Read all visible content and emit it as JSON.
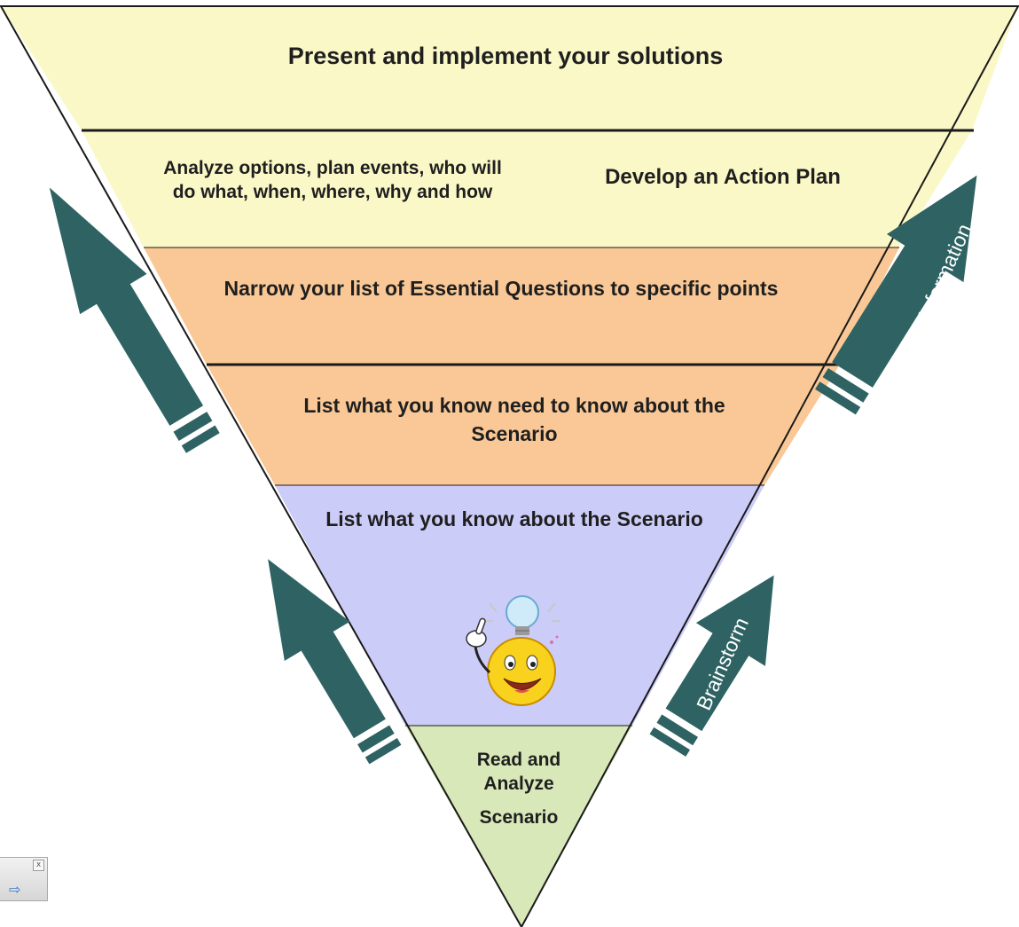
{
  "colors": {
    "yellow": "#fbf8c8",
    "orange": "#f9c896",
    "lavender": "#ccccf8",
    "green": "#d8e8b8",
    "arrow": "#2f6363",
    "outline": "#1a1a1a"
  },
  "pyramid": {
    "top": "Present and implement your solutions",
    "level2_left": "Analyze options, plan events, who will do what, when, where, why and how",
    "level2_right": "Develop an Action Plan",
    "level3": "Narrow your list of Essential Questions to specific points",
    "level4": "List what you know need to know about the Scenario",
    "level5": "List what you know about the Scenario",
    "level5_icon": "smiley-lightbulb-icon",
    "bottom_line1": "Read and",
    "bottom_line2": "Analyze",
    "bottom_line3": "Scenario"
  },
  "arrows": {
    "right_upper": "Gather Information",
    "right_lower": "Brainstorm"
  },
  "widget": {
    "close_symbol": "x",
    "next_icon": "arrow-right-icon",
    "next_symbol": "⇨"
  }
}
